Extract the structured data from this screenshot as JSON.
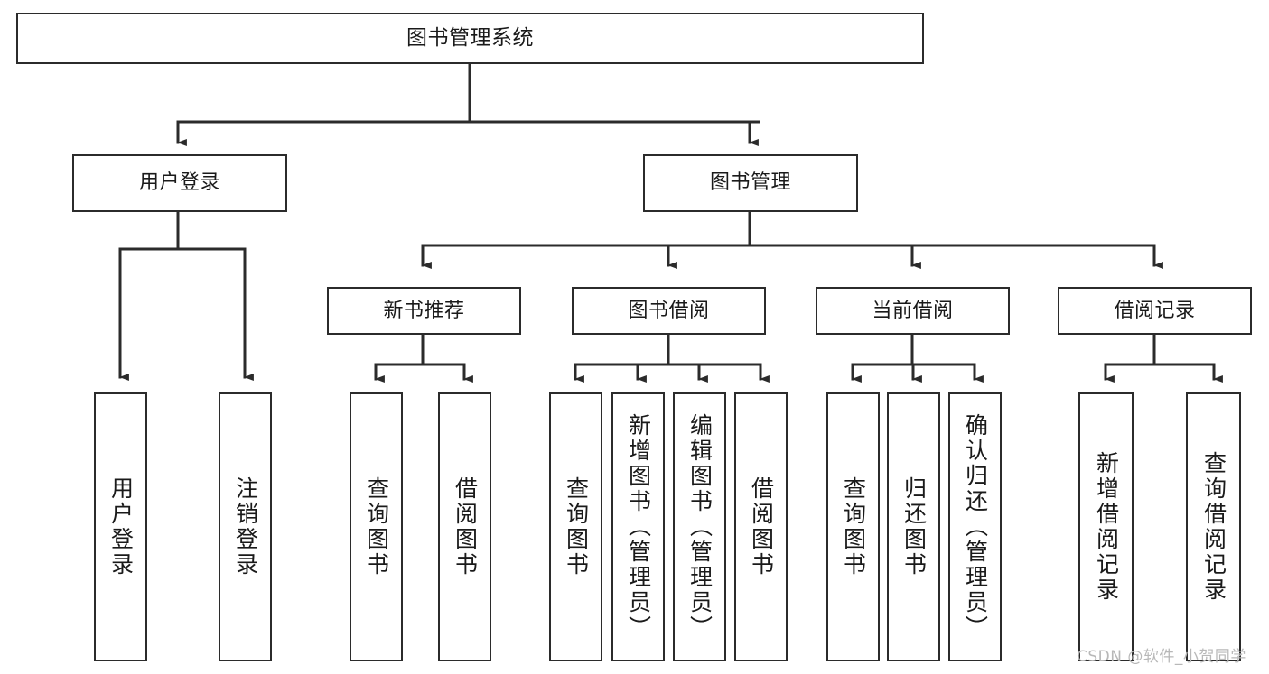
{
  "diagram": {
    "title": "图书管理系统",
    "type": "tree",
    "watermark": "CSDN @软件_小贺同学",
    "colors": {
      "box_stroke": "#2b2b2b",
      "box_fill": "#ffffff",
      "connector": "#2b2b2b",
      "text": "#1a1a1a",
      "watermark": "#b8b8b8"
    },
    "root": {
      "label": "图书管理系统"
    },
    "level1": [
      {
        "label": "用户登录"
      },
      {
        "label": "图书管理"
      }
    ],
    "level2": [
      {
        "label": "新书推荐"
      },
      {
        "label": "图书借阅"
      },
      {
        "label": "当前借阅"
      },
      {
        "label": "借阅记录"
      }
    ],
    "leaves": {
      "user_login": [
        {
          "label": "用户登录"
        },
        {
          "label": "注销登录"
        }
      ],
      "new_book": [
        {
          "label": "查询图书"
        },
        {
          "label": "借阅图书"
        }
      ],
      "book_borrow": [
        {
          "label": "查询图书"
        },
        {
          "label": "新增图书（管理员）"
        },
        {
          "label": "编辑图书（管理员）"
        },
        {
          "label": "借阅图书"
        }
      ],
      "current_borrow": [
        {
          "label": "查询图书"
        },
        {
          "label": "归还图书"
        },
        {
          "label": "确认归还（管理员）"
        }
      ],
      "borrow_record": [
        {
          "label": "新增借阅记录"
        },
        {
          "label": "查询借阅记录"
        }
      ]
    }
  }
}
